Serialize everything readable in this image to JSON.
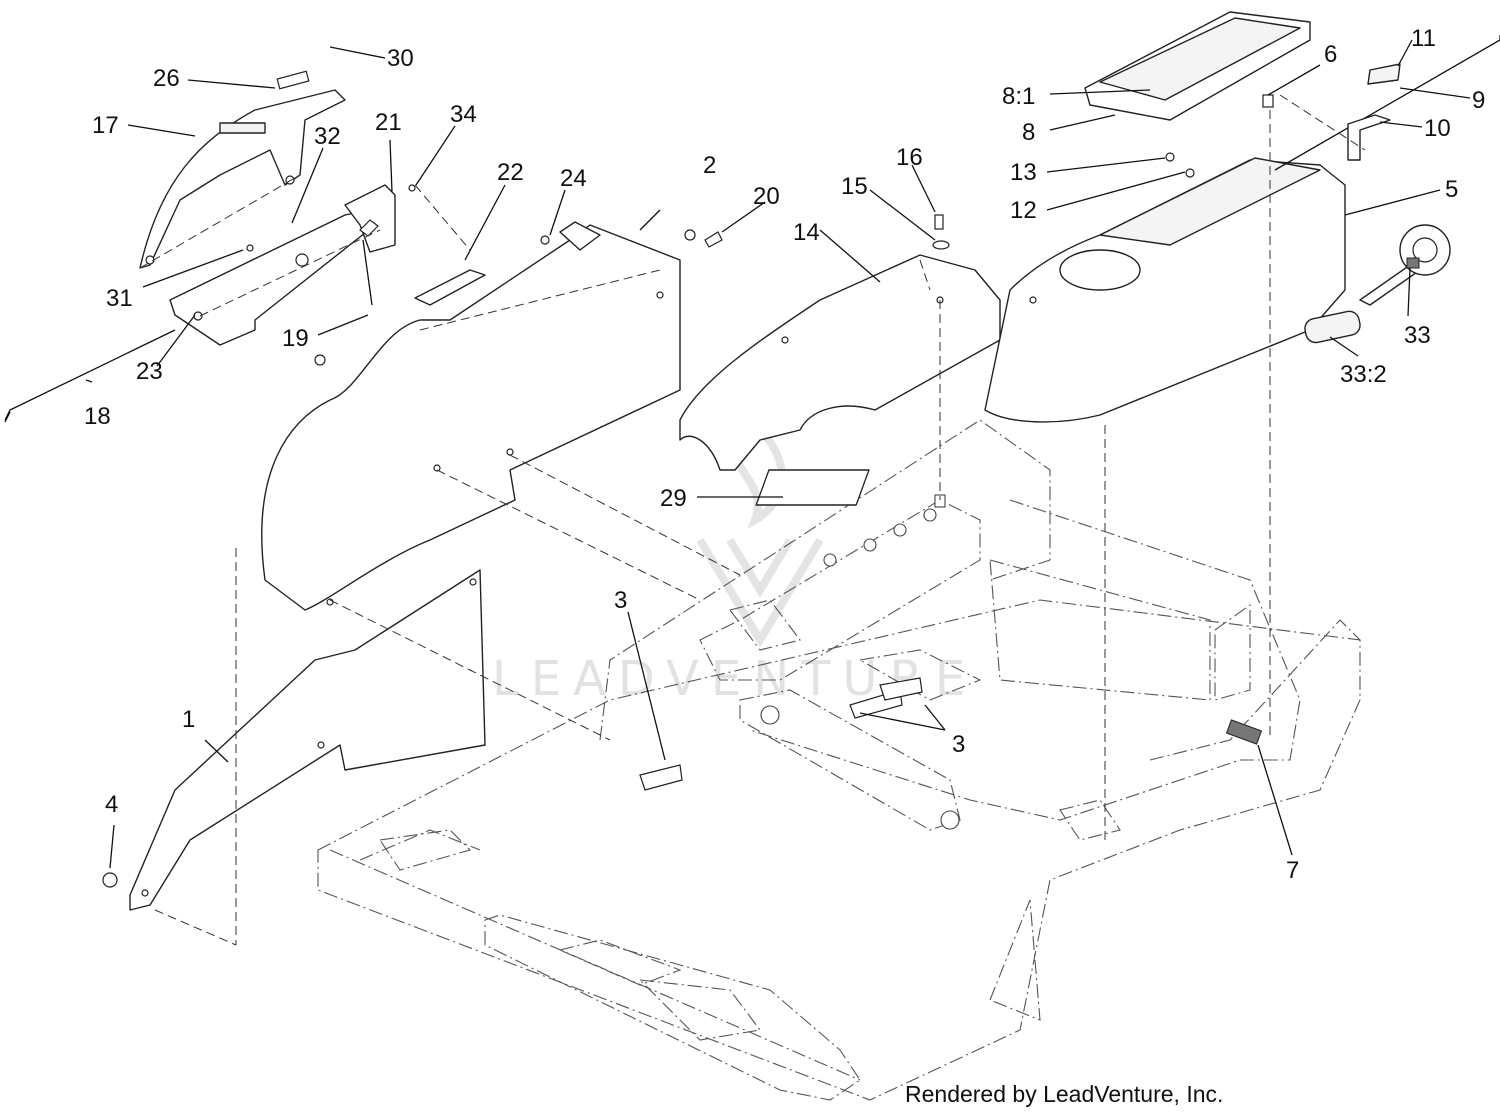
{
  "callouts": {
    "c1": "1",
    "c2": "2",
    "c3a": "3",
    "c3b": "3",
    "c4": "4",
    "c5": "5",
    "c6": "6",
    "c7": "7",
    "c8": "8",
    "c8_1": "8:1",
    "c9": "9",
    "c10": "10",
    "c11": "11",
    "c12": "12",
    "c13": "13",
    "c14": "14",
    "c15": "15",
    "c16": "16",
    "c17": "17",
    "c18": "18",
    "c19": "19",
    "c20": "20",
    "c21": "21",
    "c22": "22",
    "c23": "23",
    "c24": "24",
    "c26": "26",
    "c29": "29",
    "c30": "30",
    "c31": "31",
    "c32": "32",
    "c33": "33",
    "c33_2": "33:2",
    "c34": "34"
  },
  "watermark": "LEADVENTURE",
  "credit": "Rendered by LeadVenture, Inc."
}
